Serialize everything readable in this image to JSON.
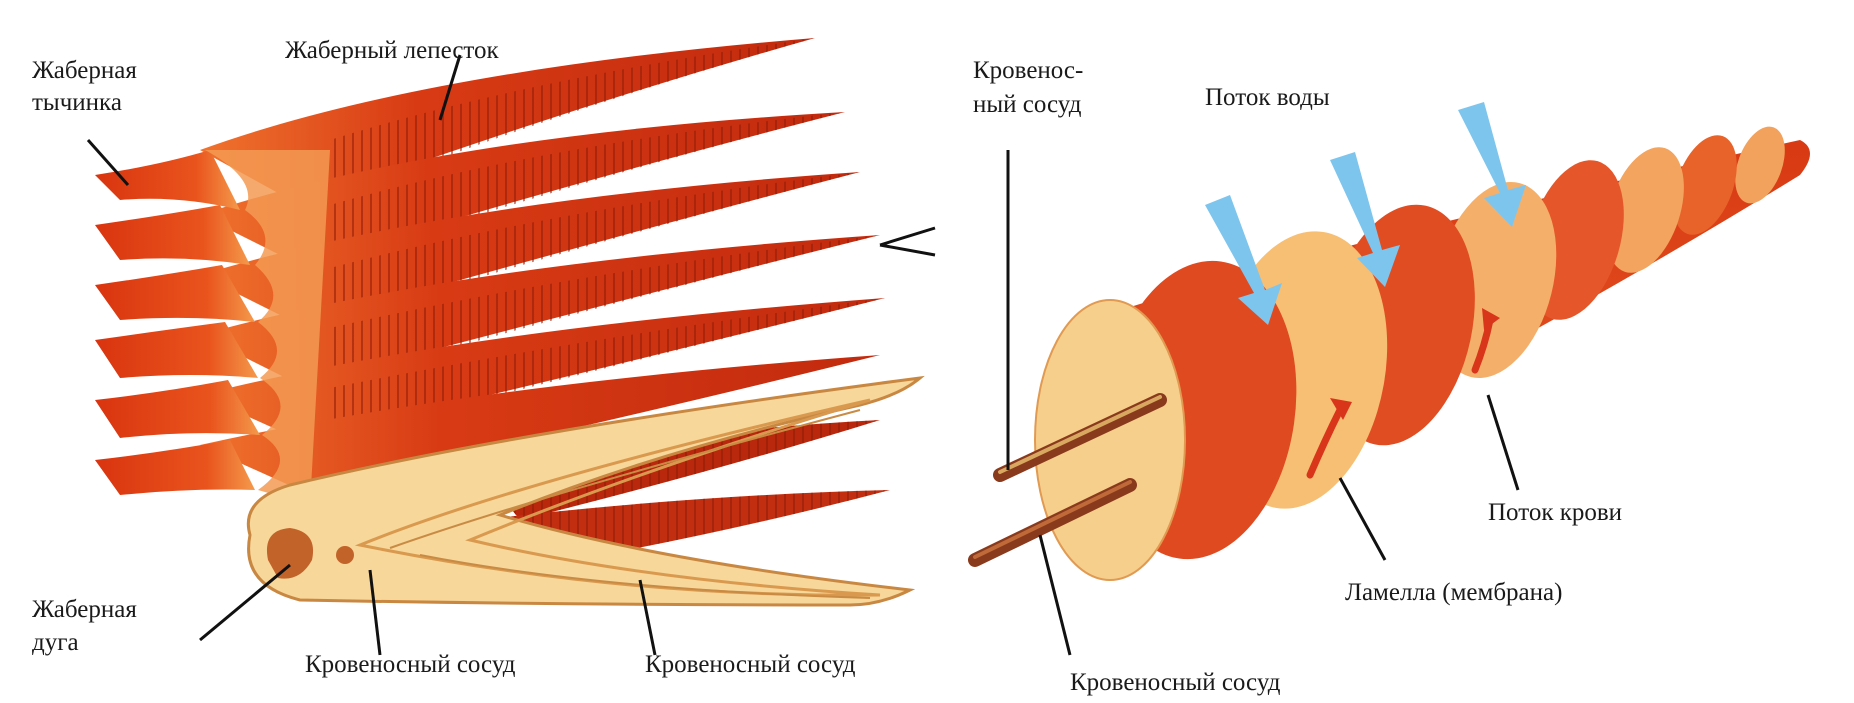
{
  "left_diagram": {
    "labels": {
      "gill_raker": [
        "Жаберная",
        "тычинка"
      ],
      "gill_filament": "Жаберный лепесток",
      "gill_arch": [
        "Жаберная",
        "дуга"
      ],
      "blood_vessel_1": "Кровеносный сосуд",
      "blood_vessel_2": "Кровеносный сосуд"
    }
  },
  "right_diagram": {
    "labels": {
      "blood_vessel_top": [
        "Кровенос-",
        "ный сосуд"
      ],
      "water_flow": "Поток воды",
      "blood_flow": "Поток крови",
      "lamella": "Ламелла (мембрана)",
      "blood_vessel_bottom": "Кровеносный сосуд"
    }
  },
  "colors": {
    "filament_dark": "#c62a10",
    "filament_mid": "#e2461a",
    "filament_light": "#f08a3a",
    "cross_section": "#f8d79a",
    "lamella_face": "#f6bf74",
    "water_arrow": "#7ec5ee",
    "vessel_dark": "#8a3a1c",
    "vessel_light": "#d9a860"
  }
}
